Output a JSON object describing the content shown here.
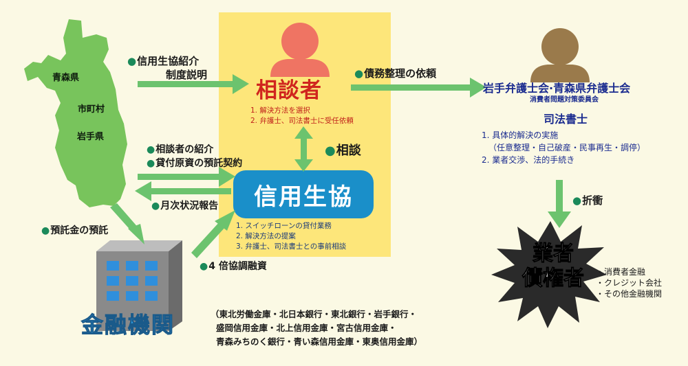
{
  "map": {
    "aomori": "青森県",
    "municipalities": "市町村",
    "iwate": "岩手県"
  },
  "labels": {
    "credit_coop_intro_line1": "信用生協紹介",
    "credit_coop_intro_line2": "制度説明",
    "debt_request": "債務整理の依頼",
    "consultation": "相談",
    "introduce_consultant": "相談者の紹介",
    "loan_deposit_contract": "貸付原資の預託契約",
    "monthly_report": "月次状況報告",
    "deposit_of_funds": "預託金の預託",
    "cofinancing": "4 倍協調融資",
    "negotiation": "折衝"
  },
  "consultant": {
    "title": "相談者",
    "items": [
      "1. 解決方法を選択",
      "2. 弁護士、司法書士に受任依頼"
    ]
  },
  "credit_coop": {
    "title": "信用生協",
    "items": [
      "1. スイッチローンの貸付業務",
      "2. 解決方法の提案",
      "3. 弁護士、司法書士との事前相談"
    ]
  },
  "lawyers": {
    "title": "岩手弁護士会·青森県弁護士会",
    "subtitle": "消費者問題対策委員会",
    "scrivener": "司法書士",
    "items": [
      "1. 具体的解決の実施",
      "（任意整理・自己破産・民事再生・調停）",
      "2. 業者交渉、法的手続き"
    ]
  },
  "creditors": {
    "title_line1": "業者",
    "title_line2": "債権者",
    "items": [
      "・消費者金融",
      "・クレジット会社",
      "・その他金融機関"
    ]
  },
  "financial": {
    "title": "金融機関",
    "list": [
      "（東北労働金庫・北日本銀行・東北銀行・岩手銀行・",
      "盛岡信用金庫・北上信用金庫・宮古信用金庫・",
      "青森みちのく銀行・青い森信用金庫・東奥信用金庫）"
    ]
  },
  "colors": {
    "arrow": "#6cc36e",
    "consult_panel": "#fde67a",
    "coop_blue": "#1a8fc9",
    "title_red": "#d0251e",
    "map_green": "#78c45c"
  }
}
